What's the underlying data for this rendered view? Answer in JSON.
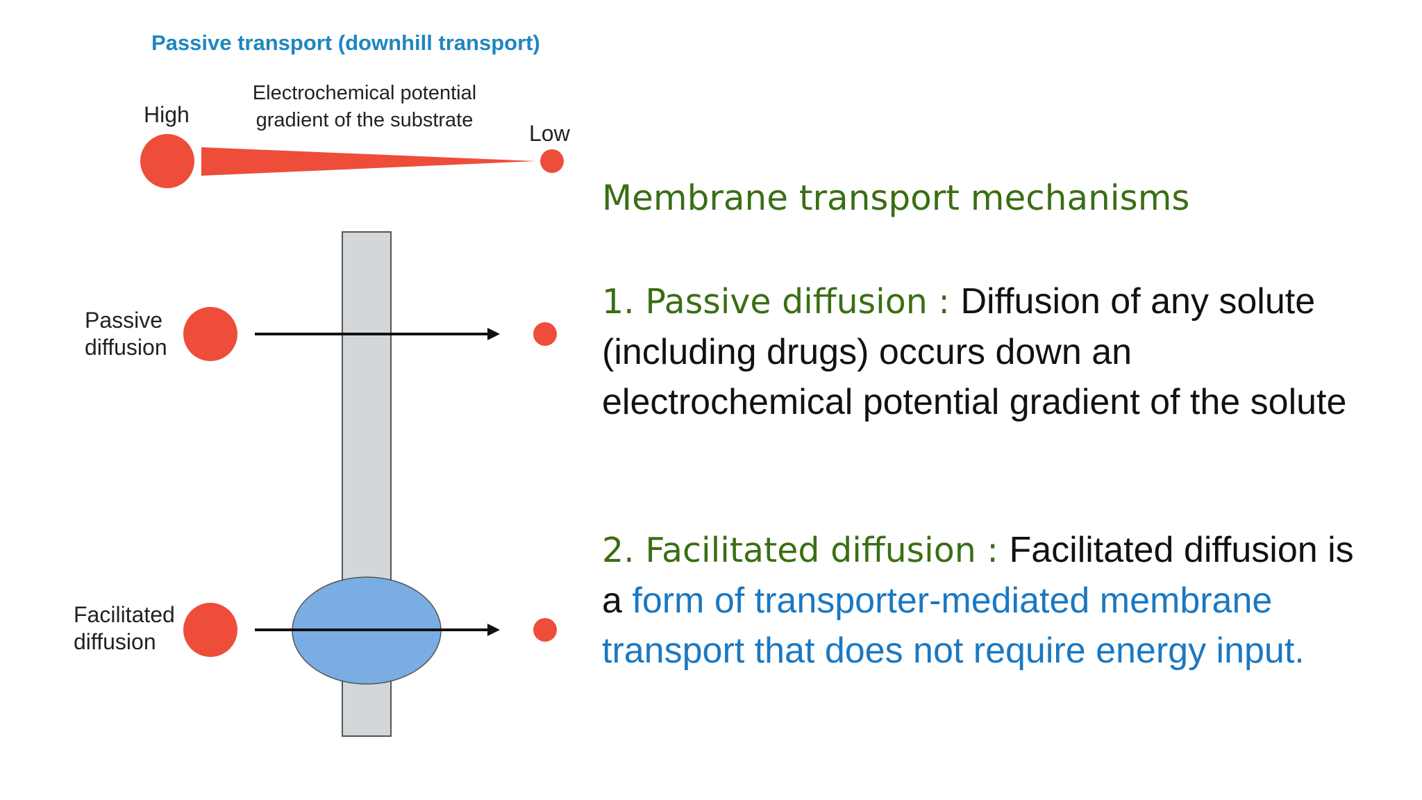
{
  "diagram": {
    "title": "Passive transport (downhill transport)",
    "gradient_label": "Electrochemical potential gradient of the substrate",
    "high_label": "High",
    "low_label": "Low",
    "passive_label": "Passive diffusion",
    "facilitated_label": "Facilitated diffusion",
    "colors": {
      "title": "#1f86bf",
      "solute": "#ee4d3a",
      "membrane": "#d3d7da",
      "transporter": "#79ade3",
      "arrow": "#111111"
    }
  },
  "content": {
    "heading": "Membrane transport mechanisms",
    "item1": {
      "term": "1. Passive diffusion : ",
      "text": "Diffusion of any solute (including drugs) occurs down an electrochemical potential gradient of the solute"
    },
    "item2": {
      "term": "2. Facilitated diffusion : ",
      "text": "Facilitated diffusion is a ",
      "highlight": "form of transporter-mediated membrane transport that does not require energy input."
    },
    "colors": {
      "heading": "#3a6e13",
      "highlight": "#1a78c2",
      "body": "#111111"
    }
  }
}
